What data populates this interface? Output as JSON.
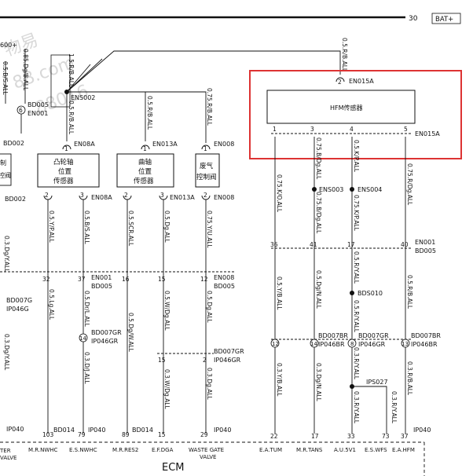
{
  "header": {
    "page_number": "30",
    "bus_label": "BAT+"
  },
  "watermark": [
    "物易",
    "88.com",
    "88016"
  ],
  "left_edge": {
    "top_wire_a": "0.85.Dg/B.ALL",
    "top_wire_b": "0.5.B/S.ALL",
    "top_frag": "600+",
    "pin_6": "6",
    "conn_bd005": "BD005",
    "conn_en001": "EN001",
    "bd002_top": "BD002",
    "valve_frag_1": "制",
    "valve_frag_2": "控阀",
    "bd002_bot": "BD002",
    "wire_dg_y": "0.3.Dg/Y.ALL",
    "bd007g": "BD007G",
    "ip046g": "IP046G",
    "wire_dg_y2": "0.3.Dg/Y.ALL",
    "ip040": "IP040",
    "bottom_a": "TER",
    "bottom_b": "VALVE"
  },
  "ens002": {
    "splice": "ENS002",
    "wire_up": "1.5.R/B.ALL",
    "wire_down": "0.5.R/B.ALL"
  },
  "camshaft": {
    "name_lines": [
      "凸轮轴",
      "位置",
      "传感器"
    ],
    "pin_top": "1",
    "conn_top": "EN08A",
    "pin_l": "2",
    "pin_r": "3",
    "conn_bot": "EN08A",
    "wire_l": "0.5.Y/P.ALL",
    "wire_r": "0.5.B/S.ALL",
    "wire_r2": "0.5.Dr/L.ALL",
    "wire_l2": "0.5.Lg.ALL",
    "wire_r3": "0.3.D/J.ALL"
  },
  "crank": {
    "name_lines": [
      "曲轴",
      "位置",
      "传感器"
    ],
    "pin_top": "1",
    "conn_top": "EN013A",
    "pin_l": "2",
    "pin_r": "3",
    "conn_bot": "EN013A",
    "wire_up": "0.5.R/B.ALL",
    "wire_l": "0.5.SCR.ALL",
    "wire_r": "0.5.Dg.ALL",
    "wire_r2": "0.5.W/Dg.ALL",
    "wire_l2": "0.5.Dg/W.ALL",
    "wire_r3": "0.3.W/Dg.ALL"
  },
  "wastegate": {
    "name_lines": [
      "废气",
      "控制阀"
    ],
    "pin_top": "1",
    "conn_top": "EN008",
    "pin_bot": "2",
    "conn_bot": "EN008",
    "wire_up": "0.75.R/B.ALL",
    "wire_down": "0.75.Y/U.ALL",
    "wire_2": "0.5.Dg.ALL",
    "wire_3": "0.3.Dg.ALL"
  },
  "rows": {
    "row1": {
      "pins": [
        "32",
        "37",
        "16",
        "15",
        "12"
      ],
      "conn_a": "EN001",
      "conn_b": "BD005"
    },
    "row2": {
      "pin_14": "14",
      "conn_a": "BD007GR",
      "conn_b": "IP046GR"
    },
    "row3": {
      "pin_15": "15",
      "pin_2": "2",
      "conn_a": "BD007GR",
      "conn_b": "IP046GR"
    },
    "row4": {
      "pins": [
        "103",
        "79",
        "89",
        "15",
        "29"
      ],
      "conn_a": "BD014",
      "conn_b": "IP040",
      "conn_c": "BD014",
      "conn_d": "IP040"
    }
  },
  "hfm": {
    "title": "HFM传感器",
    "pin_top": "2",
    "conn_top": "EN015A",
    "wire_up": "0.5.R/B.ALL",
    "pins": [
      "1",
      "3",
      "4",
      "5"
    ],
    "conn_bot": "EN015A",
    "wire_1": "0.75.K/O.ALL",
    "wire_3": "0.75.B/Dg.ALL",
    "wire_3b": "0.75.B/Dg.ALL",
    "wire_4": "0.5.K/P.ALL",
    "wire_4b": "0.75.K/P.ALL",
    "wire_5": "0.75.R/Dg.ALL",
    "ens003": "ENS003",
    "ens004": "ENS004",
    "row1_pins": [
      "36",
      "41",
      "17",
      "40"
    ],
    "row1_conn_a": "EN001",
    "row1_conn_b": "BD005",
    "wire_1b": "0.5.Y/B.ALL",
    "wire_3c": "0.5.Dg/N.ALL",
    "wire_4c": "0.5.R/Y.ALL",
    "wire_5b": "0.5.R/B.ALL",
    "bds010": "BDS010",
    "wire_4d": "0.5.R/Y.ALL",
    "row2_pins": [
      "12",
      "14",
      "8",
      "13"
    ],
    "row2_conn_a": "BD007BR",
    "row2_conn_b": "IP046BR",
    "row2_conn_c": "BD007GR",
    "row2_conn_d": "IP046GR",
    "row2_conn_e": "BD007BR",
    "row2_conn_f": "IP046BR",
    "wire_1c": "0.3.Y/B.ALL",
    "wire_3d": "0.3.Dg/N.ALL",
    "wire_4e": "0.3.R/Y.ALL",
    "wire_5c": "0.3.R/B.ALL",
    "ips027": "IPS027",
    "wire_4f": "0.3.R/Y.ALL",
    "wire_5d": "0.3.R/Y.ALL",
    "row3_pins": [
      "22",
      "17",
      "33",
      "73",
      "37"
    ],
    "row3_conn": "IP040"
  },
  "ecm": {
    "title": "ECM",
    "labels": [
      "M.R.NWHC",
      "E.S.NWHC",
      "M.R.RES2",
      "E.F.DGA",
      "WASTE GATE",
      "VALVE",
      "E.A.TUM",
      "M.R.TANS",
      "A.U.5V1",
      "E.S.WFS",
      "E.A.HFM"
    ]
  },
  "colors": {
    "line": "#111111",
    "highlight": "#dd3333",
    "watermark": "#d8d8d8"
  }
}
